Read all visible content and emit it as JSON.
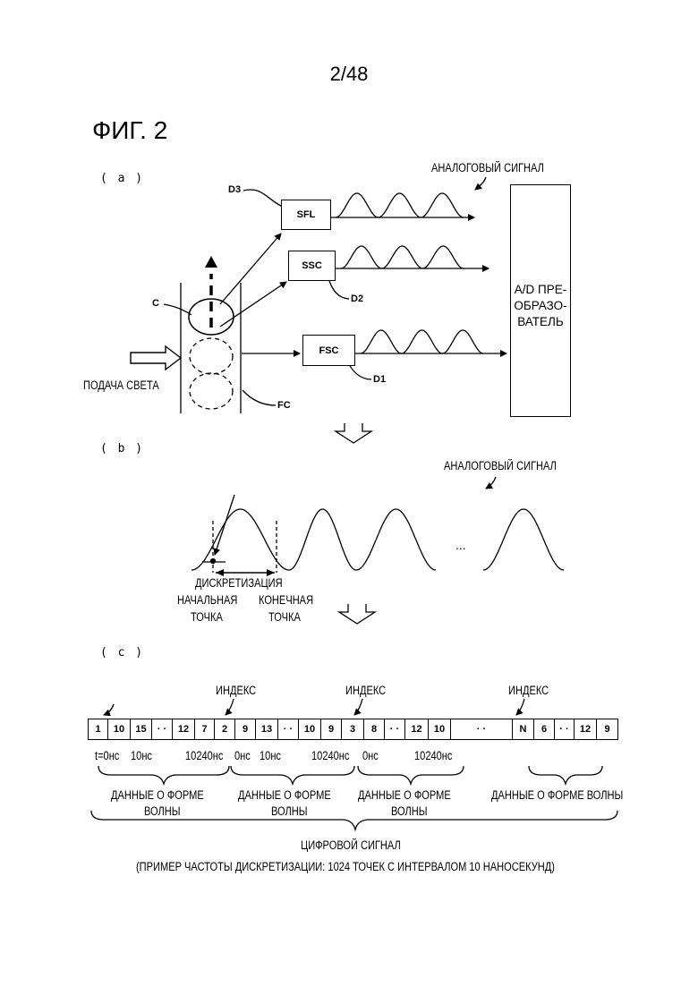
{
  "page_number": "2/48",
  "figure_title": "ФИГ. 2",
  "panel_a": {
    "label": "( a )",
    "analog_signal": "АНАЛОГОВЫЙ СИГНАЛ",
    "detectors": [
      {
        "ref": "D3",
        "name": "SFL"
      },
      {
        "ref": "D2",
        "name": "SSC"
      },
      {
        "ref": "D1",
        "name": "FSC"
      }
    ],
    "cell_label": "C",
    "flow_cell_label": "FC",
    "light_supply": "ПОДАЧА СВЕТА",
    "adc_lines": [
      "A/D ПРЕ-",
      "ОБРАЗО-",
      "ВАТЕЛЬ"
    ]
  },
  "panel_b": {
    "label": "( b )",
    "analog_signal": "АНАЛОГОВЫЙ СИГНАЛ",
    "ellipsis": "...",
    "sampling": "ДИСКРЕТИЗАЦИЯ",
    "start_point": [
      "НАЧАЛЬНАЯ",
      "ТОЧКА"
    ],
    "end_point": [
      "КОНЕЧНАЯ",
      "ТОЧКА"
    ]
  },
  "panel_c": {
    "label": "( c )",
    "index_label": "ИНДЕКС",
    "cells": [
      "1",
      "10",
      "15",
      "· ·",
      "12",
      "7",
      "2",
      "9",
      "13",
      "· ·",
      "10",
      "9",
      "3",
      "8",
      "· ·",
      "12",
      "10",
      "· ·",
      "N",
      "6",
      "· ·",
      "12",
      "9"
    ],
    "time_labels": {
      "t0": "t=0нс",
      "t10": "10нс",
      "t10240": "10240нс",
      "t0b": "0нс",
      "t10b": "10нс",
      "t10240b": "10240нс",
      "t0c": "0нс",
      "t10240c": "10240нс"
    },
    "waveform_data": "ДАННЫЕ О ФОРМЕ",
    "waveform_data_2": "ВОЛНЫ",
    "waveform_data_full": "ДАННЫЕ О ФОРМЕ ВОЛНЫ",
    "digital_signal": "ЦИФРОВОЙ СИГНАЛ",
    "sampling_example": "(ПРИМЕР ЧАСТОТЫ ДИСКРЕТИЗАЦИИ: 1024 ТОЧЕК С ИНТЕРВАЛОМ 10 НАНОСЕКУНД)"
  }
}
